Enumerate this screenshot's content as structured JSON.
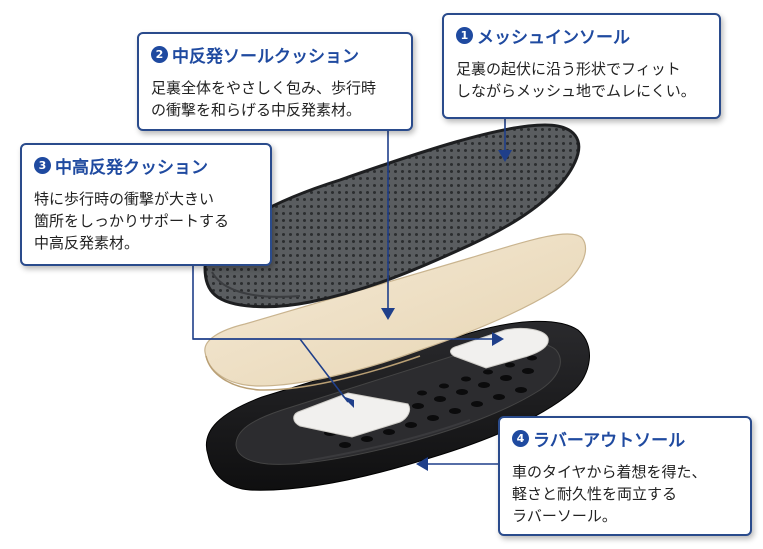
{
  "colors": {
    "accent": "#1f4aa0",
    "border": "#2a4b8c",
    "sole_black": "#1c1c1e",
    "mesh_gray": "#5a5d60",
    "cushion_beige": "#efe2c8",
    "pad_white": "#f1f0ee"
  },
  "callouts": [
    {
      "number": "1",
      "title": "メッシュインソール",
      "lines": [
        "足裏の起伏に沿う形状でフィット",
        "しながらメッシュ地でムレにくい。"
      ]
    },
    {
      "number": "2",
      "title": "中反発ソールクッション",
      "lines": [
        "足裏全体をやさしく包み、歩行時",
        "の衝撃を和らげる中反発素材。"
      ]
    },
    {
      "number": "3",
      "title": "中高反発クッション",
      "lines": [
        "特に歩行時の衝撃が大きい",
        "箇所をしっかりサポートする",
        "中高反発素材。"
      ]
    },
    {
      "number": "4",
      "title": "ラバーアウトソール",
      "lines": [
        "車のタイヤから着想を得た、",
        "軽さと耐久性を両立する",
        "ラバーソール。"
      ]
    }
  ]
}
